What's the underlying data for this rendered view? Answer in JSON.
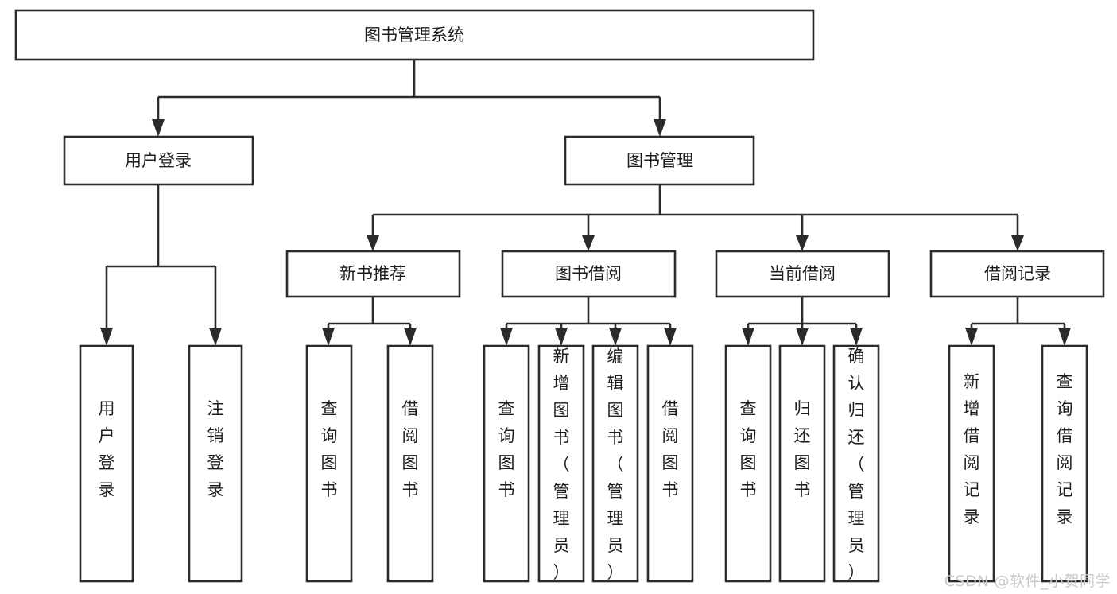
{
  "diagram": {
    "type": "tree-hierarchy",
    "title": "图书管理系统",
    "root": {
      "id": "root",
      "label": "图书管理系统"
    },
    "level2": [
      {
        "id": "user-login",
        "label": "用户登录"
      },
      {
        "id": "book-management",
        "label": "图书管理"
      }
    ],
    "level3": [
      {
        "id": "new-book-recommend",
        "label": "新书推荐",
        "parent": "book-management"
      },
      {
        "id": "book-borrow",
        "label": "图书借阅",
        "parent": "book-management"
      },
      {
        "id": "current-borrow",
        "label": "当前借阅",
        "parent": "book-management"
      },
      {
        "id": "borrow-record",
        "label": "借阅记录",
        "parent": "book-management"
      }
    ],
    "leaves": {
      "user-login": [
        {
          "id": "leaf-user-login",
          "label": "用户登录"
        },
        {
          "id": "leaf-user-logout",
          "label": "注销登录"
        }
      ],
      "new-book-recommend": [
        {
          "id": "leaf-query-book-1",
          "label": "查询图书"
        },
        {
          "id": "leaf-borrow-book-1",
          "label": "借阅图书"
        }
      ],
      "book-borrow": [
        {
          "id": "leaf-query-book-2",
          "label": "查询图书"
        },
        {
          "id": "leaf-add-book",
          "label": "新增图书（管理员）"
        },
        {
          "id": "leaf-edit-book",
          "label": "编辑图书（管理员）"
        },
        {
          "id": "leaf-borrow-book-2",
          "label": "借阅图书"
        }
      ],
      "current-borrow": [
        {
          "id": "leaf-query-book-3",
          "label": "查询图书"
        },
        {
          "id": "leaf-return-book",
          "label": "归还图书"
        },
        {
          "id": "leaf-confirm-return",
          "label": "确认归还（管理员）"
        }
      ],
      "borrow-record": [
        {
          "id": "leaf-add-record",
          "label": "新增借阅记录"
        },
        {
          "id": "leaf-query-record",
          "label": "查询借阅记录"
        }
      ]
    },
    "colors": {
      "box_fill": "#ffffff",
      "box_stroke": "#2b2b2b",
      "text": "#1d1d1d",
      "background": "#ffffff",
      "watermark": "#c9c9c9"
    }
  },
  "watermark": {
    "label": "CSDN @软件_小贺同学"
  }
}
